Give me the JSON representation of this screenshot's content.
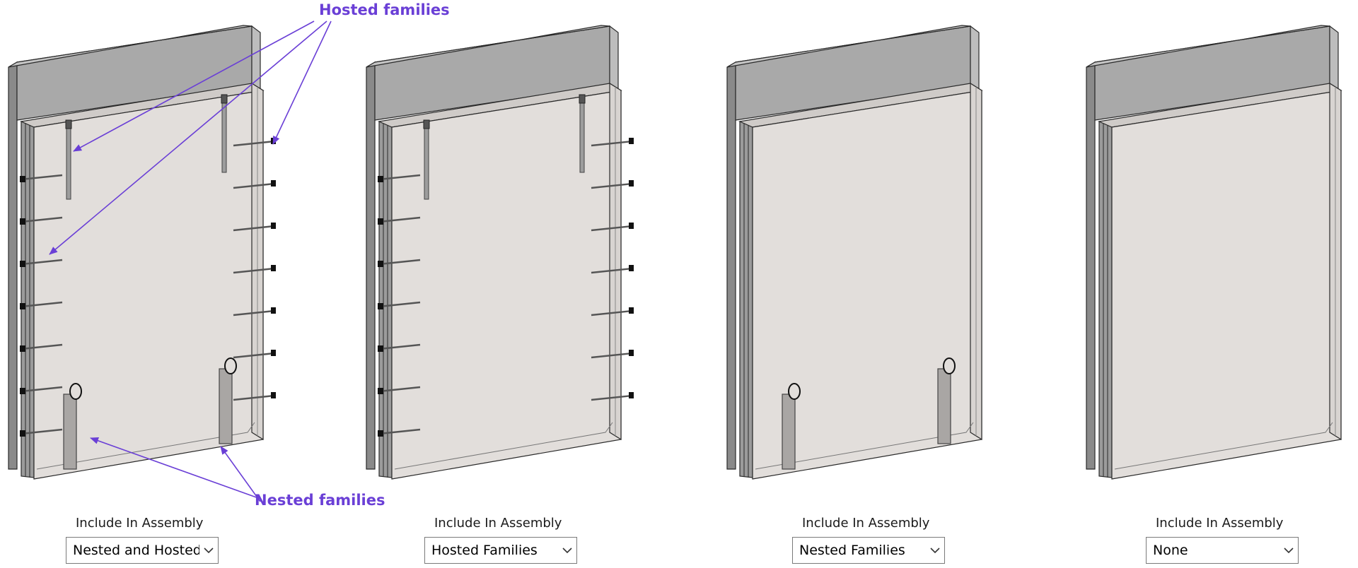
{
  "callouts": {
    "hosted": "Hosted families",
    "nested": "Nested families",
    "color": "#6a3fd6"
  },
  "panels": [
    {
      "field_label": "Include In Assembly",
      "selected": "Nested and Hosted",
      "show_hosted": true,
      "show_nested": true
    },
    {
      "field_label": "Include In Assembly",
      "selected": "Hosted Families",
      "show_hosted": true,
      "show_nested": false
    },
    {
      "field_label": "Include In Assembly",
      "selected": "Nested Families",
      "show_hosted": false,
      "show_nested": true
    },
    {
      "field_label": "Include In Assembly",
      "selected": "None",
      "show_hosted": false,
      "show_nested": false
    }
  ],
  "colors": {
    "wall_top": "#a9a9a9",
    "wall_side": "#8a8a8a",
    "panel_face": "#e2dedb",
    "edge": "#2a2a2a"
  }
}
